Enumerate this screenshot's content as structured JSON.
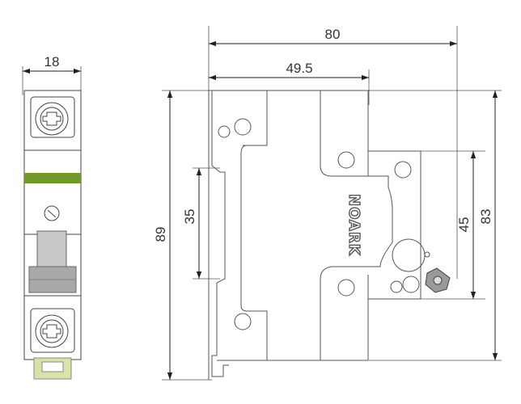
{
  "front_view": {
    "width_label": "18",
    "band_color": "#6f9a2a",
    "clip_color": "#d9e3a8"
  },
  "side_view": {
    "brand": "NOARK",
    "dimensions": {
      "total_depth": "80",
      "rail_to_face": "49.5",
      "height": "89",
      "rail_width": "35",
      "face_height": "45",
      "body_height": "83"
    }
  }
}
